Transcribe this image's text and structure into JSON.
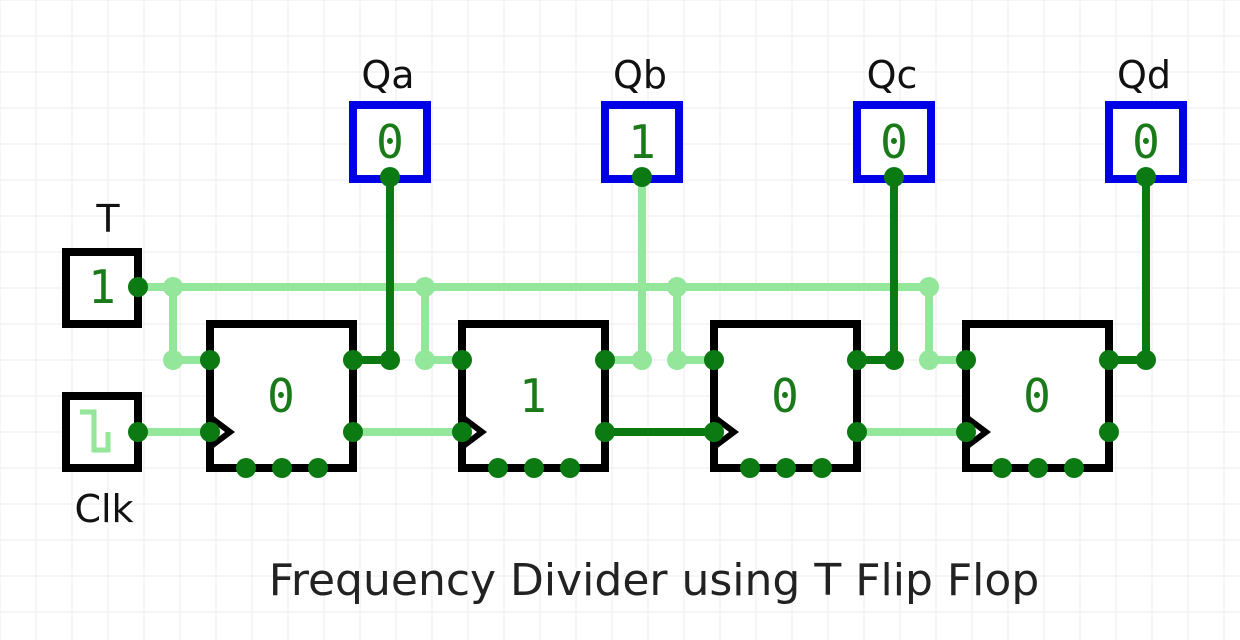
{
  "caption": "Frequency Divider using T Flip Flop",
  "inputs": {
    "t": {
      "label": "T",
      "value": "1"
    },
    "clk": {
      "label": "Clk"
    }
  },
  "outputs": [
    {
      "label": "Qa",
      "value": "0"
    },
    {
      "label": "Qb",
      "value": "1"
    },
    {
      "label": "Qc",
      "value": "0"
    },
    {
      "label": "Qd",
      "value": "0"
    }
  ],
  "flip_flops": [
    {
      "state": "0"
    },
    {
      "state": "1"
    },
    {
      "state": "0"
    },
    {
      "state": "0"
    }
  ],
  "colors": {
    "wire_high": "#0b7a12",
    "wire_low": "#93e69a",
    "output_border": "#0000e6",
    "component_border": "#000000",
    "value_text": "#1a7a1a",
    "grid": "#eeeeee"
  }
}
